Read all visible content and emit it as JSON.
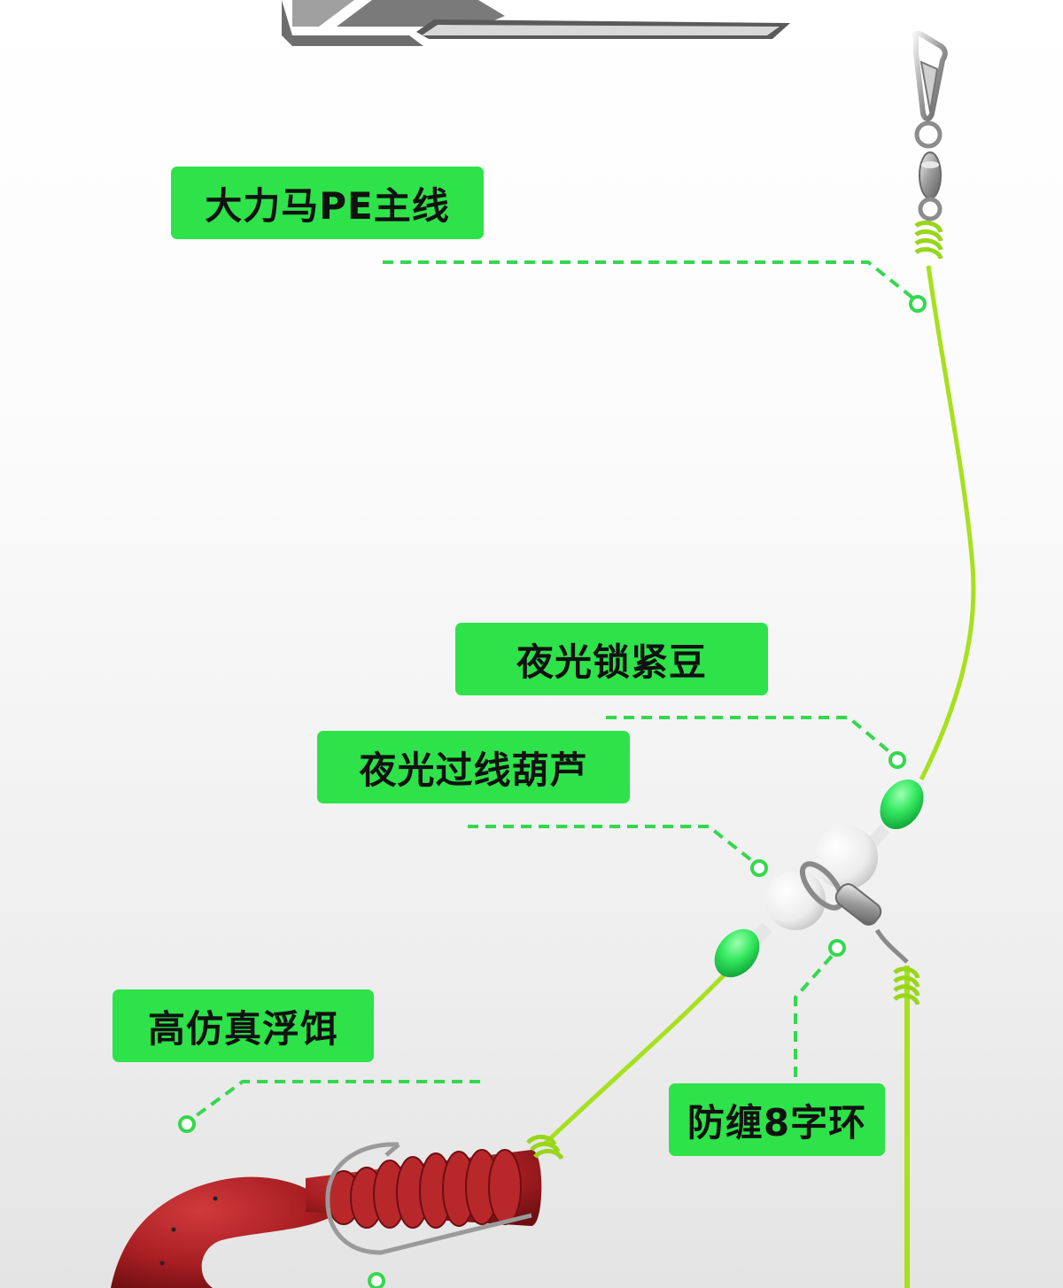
{
  "labels": {
    "main_line": "大力马PE主线",
    "lock_bead": "夜光锁紧豆",
    "gourd": "夜光过线葫芦",
    "swivel": "防缠8字环",
    "bait": "高仿真浮饵"
  },
  "colors": {
    "label_bg": "#2ee24a",
    "line": "#a6e11e",
    "bead_green": "#35e860",
    "bait_red": "#a81e22",
    "callout": "#34d84e"
  }
}
